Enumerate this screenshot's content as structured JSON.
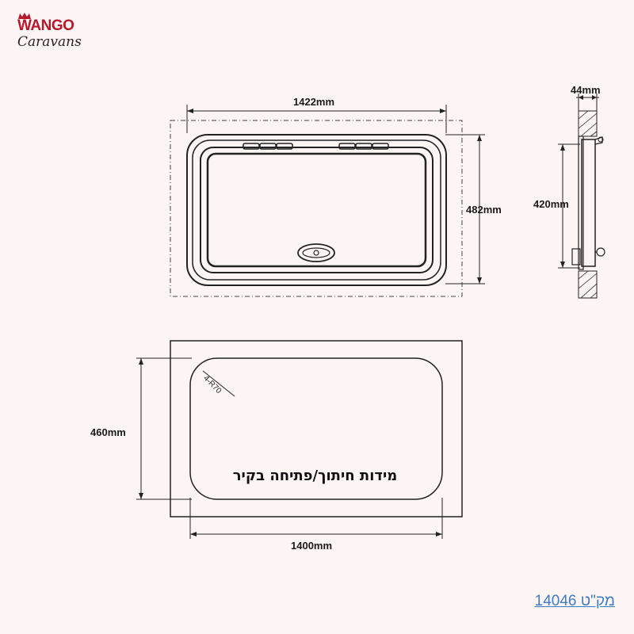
{
  "logo": {
    "line1": "WANGO",
    "line2": "Caravans",
    "brand_color": "#b5182b"
  },
  "front_view": {
    "width_label": "1422mm",
    "height_label": "482mm"
  },
  "side_view": {
    "thickness_label": "44mm",
    "height_label": "420mm"
  },
  "cutout_view": {
    "height_label": "460mm",
    "width_label": "1400mm",
    "radius_label": "4-R70",
    "caption": "מידות חיתוך/פתיחה בקיר"
  },
  "sku_text": "מק\"ט 14046"
}
